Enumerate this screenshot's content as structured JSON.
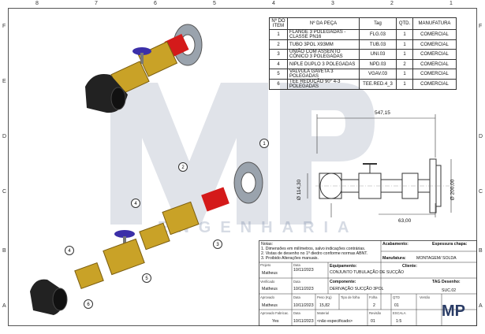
{
  "zones": {
    "top": [
      "8",
      "7",
      "6",
      "5",
      "4",
      "3",
      "2",
      "1"
    ],
    "left": [
      "F",
      "E",
      "D",
      "C",
      "B",
      "A"
    ]
  },
  "bom": {
    "headers": [
      "Nº DO ITEM",
      "Nº DA PEÇA",
      "Tag",
      "QTD.",
      "MANUFATURA"
    ],
    "rows": [
      {
        "item": "1",
        "name": "FLANGE 3 POLEGADAS - CLASSE PN16",
        "tag": "FLG.03",
        "qty": "1",
        "mfr": "COMERCIAL"
      },
      {
        "item": "2",
        "name": "TUBO 3POL X93MM",
        "tag": "TUB.03",
        "qty": "1",
        "mfr": "COMERCIAL"
      },
      {
        "item": "3",
        "name": "UNIÃO COM ASSENTO CÔNICO 3 POLEGADAS",
        "tag": "UNI.03",
        "qty": "1",
        "mfr": "COMERCIAL"
      },
      {
        "item": "4",
        "name": "NIPLE DUPLO 3 POLEGADAS",
        "tag": "NPD.03",
        "qty": "2",
        "mfr": "COMERCIAL"
      },
      {
        "item": "5",
        "name": "VALVULA GAVETA 3 POLEGADAS",
        "tag": "VGAV.03",
        "qty": "1",
        "mfr": "COMERCIAL"
      },
      {
        "item": "6",
        "name": "TEE REDUÇÃO 90° 4-3 POLEGADAS",
        "tag": "TEE.RED.4_3",
        "qty": "1",
        "mfr": "COMERCIAL"
      }
    ]
  },
  "dims": {
    "overall": "547,15",
    "diam_inlet": "Ø 114,30",
    "diam_flange": "Ø 200,00",
    "offset": "63,00"
  },
  "balloons": [
    "1",
    "2",
    "3",
    "4",
    "4",
    "5",
    "6"
  ],
  "watermark": "ENGENHARIA",
  "title_block": {
    "notes_title": "Notas:",
    "notes": [
      "1. Dimensões em milímetros, salvo indicações contrárias.",
      "2. Vistas de desenho no 1º diedro conforme normas ABNT.",
      "3. Proibido Alterações manuais."
    ],
    "acabamento_label": "Acabamento:",
    "espessura_label": "Espessura chapa:",
    "manufatura_label": "Manufatura:",
    "manufatura_value": "MONTAGEM/ SOLDA",
    "projeto_label": "Projeto",
    "projeto_value": "Matheus",
    "data_label": "Data",
    "data1": "10/11/2023",
    "equipamento_label": "Equipamento:",
    "equipamento_value": "CONJUNTO TUBULAÇÃO DE SUCÇÃO",
    "cliente_label": "Cliente:",
    "verificado_label": "Verificado",
    "verificado_value": "Matheus",
    "data2": "10/11/2023",
    "componente_label": "Componente:",
    "componente_value": "DERIVAÇÃO SUCÇÃO 3POL",
    "tag_label": "TAG Desenho:",
    "tag_value": "SUC.02",
    "aprovado_label": "Aprovado",
    "aprovado_value": "Matheus",
    "data3": "10/11/2023",
    "peso_label": "Peso (Kg)",
    "peso_value": "15,82",
    "tipo_label": "Tipo de folha",
    "folha_label": "Folha",
    "folha_value": "2",
    "qtd_label": "QTD",
    "qtd_value": "01",
    "versao_label": "Versão",
    "versao_value": "",
    "aprov_fab_label": "Aprovado Fabricac.",
    "aprov_fab_value": "Yes",
    "data4": "10/11/2023",
    "material_label": "Material",
    "material_value": "<não especificado>",
    "revisao_label": "Revisão",
    "revisao_value": "01",
    "escala_label": "ESCALA",
    "escala_value": "1:5",
    "logo_text": "MP"
  }
}
